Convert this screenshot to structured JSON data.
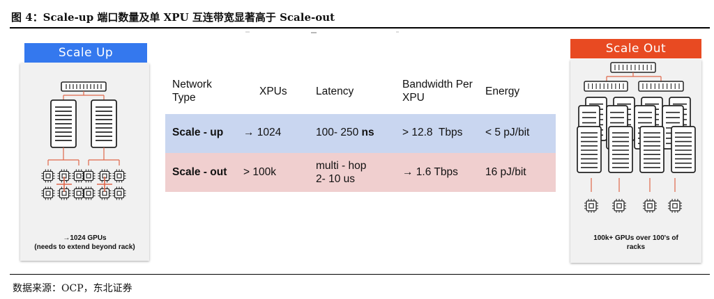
{
  "figure": {
    "title": "图  4：Scale-up 端口数量及单 XPU 互连带宽显著高于 Scale-out",
    "source": "数据来源：OCP，东北证券"
  },
  "left_panel": {
    "banner": "Scale Up",
    "banner_color": "#3478ee",
    "caption_line1": "→1024  GPUs",
    "caption_line2": "(needs to extend beyond rack)"
  },
  "right_panel": {
    "banner": "Scale Out",
    "banner_color": "#e84a22",
    "caption_line1": "100k+ GPUs over 100's of",
    "caption_line2": "racks"
  },
  "table": {
    "headers": {
      "network_type": "Network Type",
      "xpus": "XPUs",
      "latency": "Latency",
      "bandwidth": "Bandwidth Per XPU",
      "energy": "Energy"
    },
    "rows": [
      {
        "type": "Scale - up",
        "xpus": "→ 1024",
        "latency_num": "100- 250",
        "latency_unit": "ns",
        "bandwidth": "> 12.8  Tbps",
        "energy": "< 5 pJ/bit",
        "color": "#c9d6f0"
      },
      {
        "type": "Scale - out",
        "xpus": "> 100k",
        "latency_line1": "multi - hop",
        "latency_line2": "2- 10 us",
        "bandwidth": "→ 1.6 Tbps",
        "energy": "16 pJ/bit",
        "color": "#f0cfcf"
      }
    ]
  }
}
